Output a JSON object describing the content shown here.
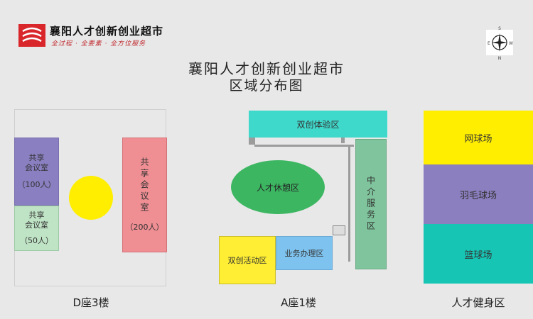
{
  "header": {
    "logo_title": "襄阳人才创新创业超市",
    "logo_slogan": "全过程 · 全要素 · 全方位服务",
    "title": "襄阳人才创新创业超市",
    "subtitle": "区域分布图"
  },
  "compass": {
    "north_top": "S",
    "east": "E",
    "west": "W",
    "north_bottom": "N"
  },
  "zones": {
    "d3": {
      "label": "D座3楼",
      "room_a": {
        "name": "共享\n会议室",
        "capacity": "（100人）",
        "color": "#8a7fc1"
      },
      "room_b": {
        "name": "共享\n会议室",
        "capacity": "（50人）",
        "color": "#bfe3c5"
      },
      "room_c": {
        "name": "共享会议室",
        "capacity": "（200人）",
        "color": "#ef8e93"
      },
      "circle_color": "#ffee00"
    },
    "a1": {
      "label": "A座1楼",
      "experience": {
        "name": "双创体验区",
        "color": "#3fd9cc"
      },
      "rest": {
        "name": "人才休憩区",
        "color": "#3db662"
      },
      "agency": {
        "name": "中介服务区",
        "color": "#7fc49c"
      },
      "activity": {
        "name": "双创活动区",
        "color": "#ffee33"
      },
      "business": {
        "name": "业务办理区",
        "color": "#7ec3ef"
      }
    },
    "fitness": {
      "label": "人才健身区",
      "tennis": {
        "name": "网球场",
        "color": "#ffee00"
      },
      "badminton": {
        "name": "羽毛球场",
        "color": "#8c7fbf"
      },
      "basketball": {
        "name": "篮球场",
        "color": "#17c5b5"
      }
    }
  }
}
